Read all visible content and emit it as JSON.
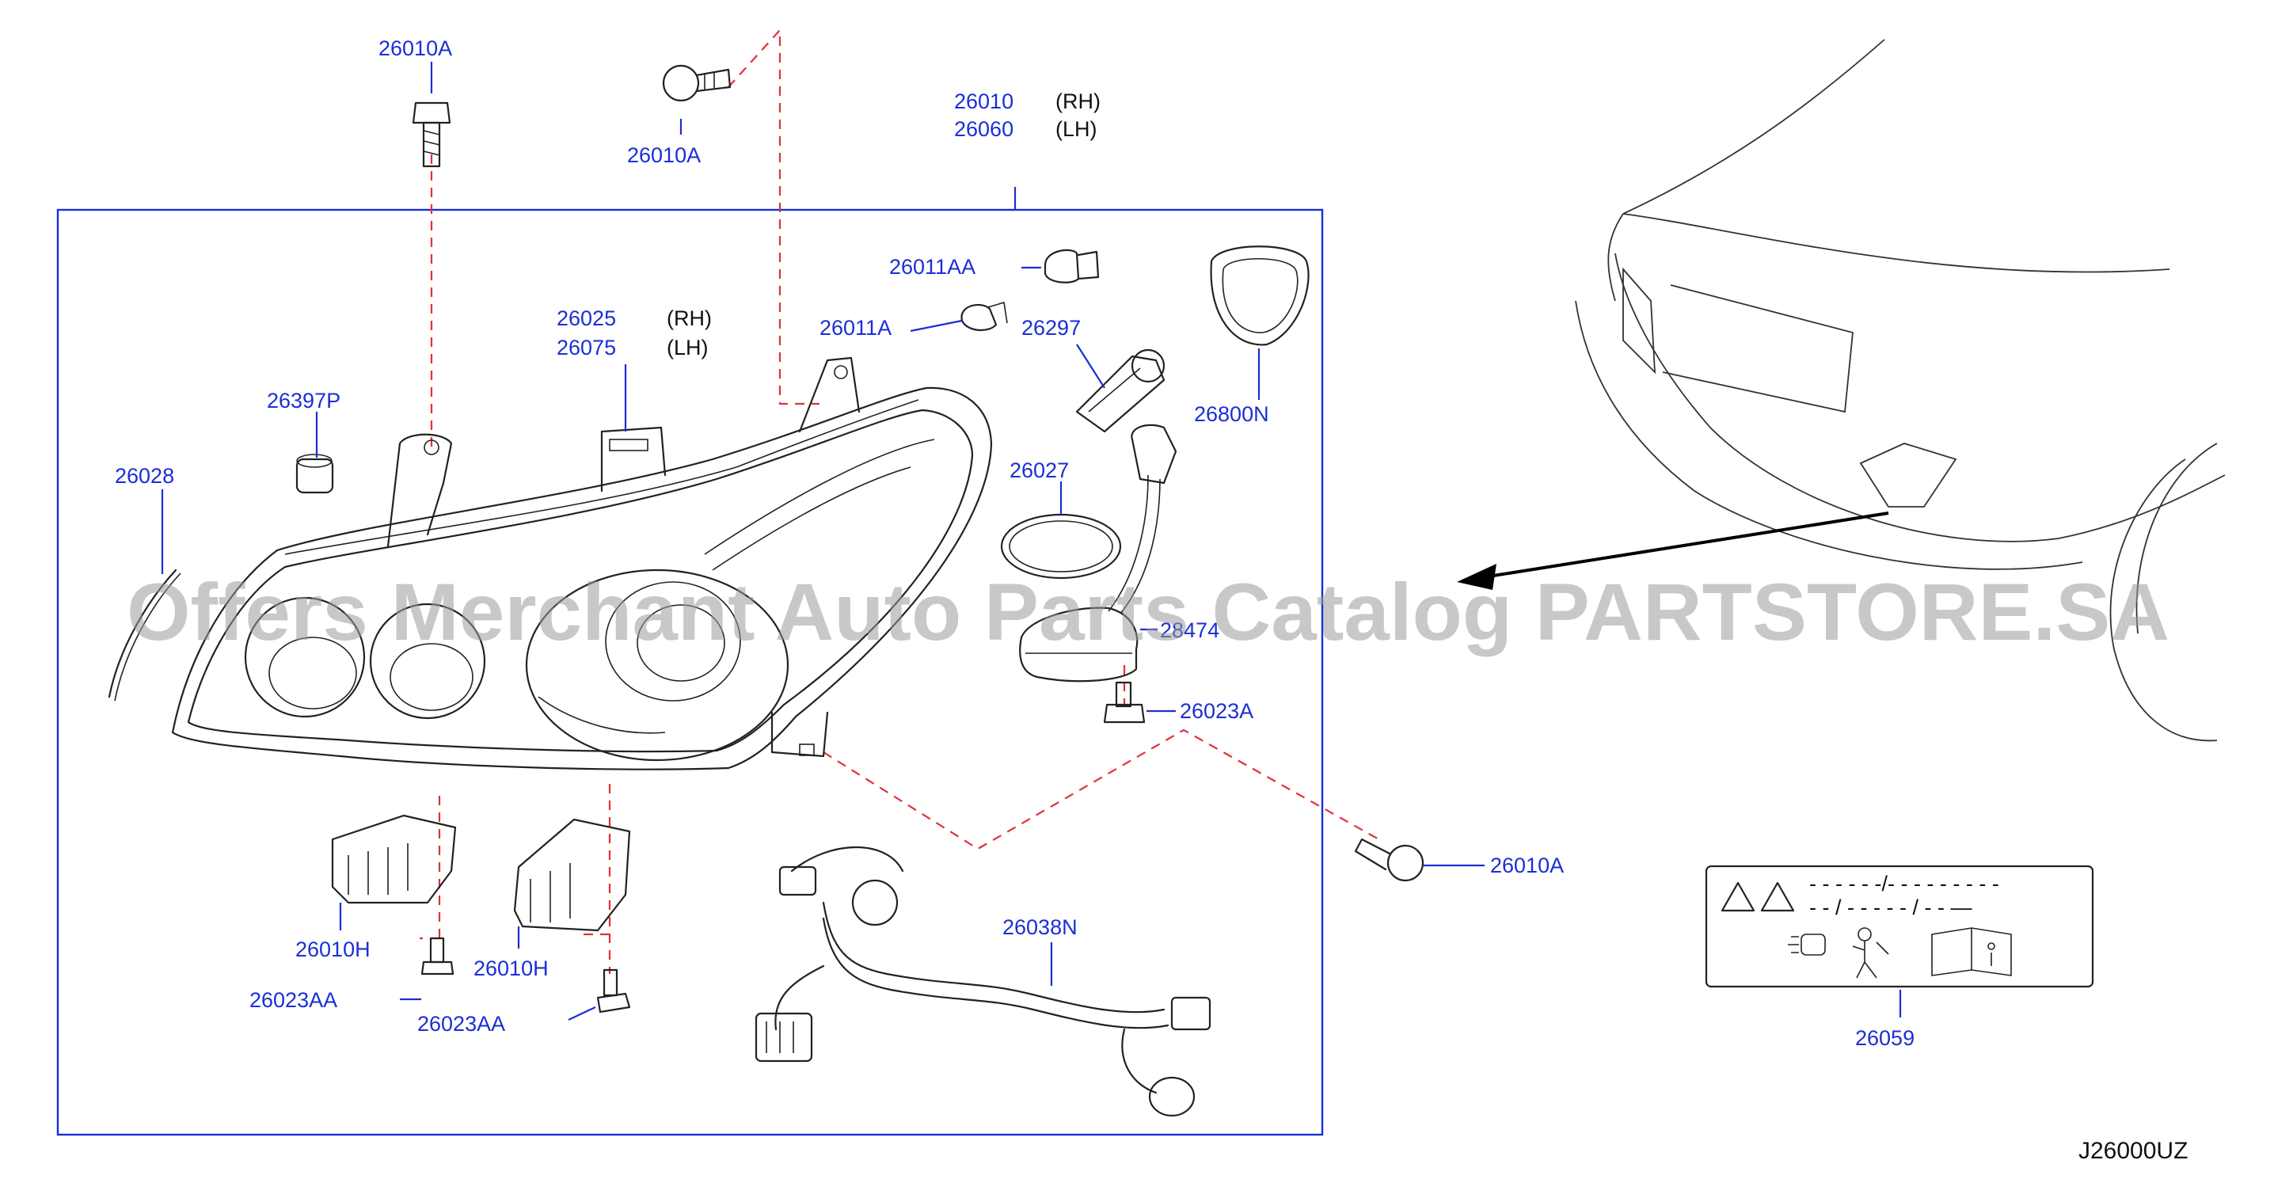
{
  "labels": {
    "l_26010A_top": "26010A",
    "l_26010A_mid": "26010A",
    "l_26010_rh_num": "26010",
    "l_26010_rh_side": "(RH)",
    "l_26060_lh_num": "26060",
    "l_26060_lh_side": "(LH)",
    "l_26011AA": "26011AA",
    "l_26025_num": "26025",
    "l_26025_side": "(RH)",
    "l_26075_num": "26075",
    "l_26075_side": "(LH)",
    "l_26011A": "26011A",
    "l_26297": "26297",
    "l_26800N": "26800N",
    "l_26397P": "26397P",
    "l_26028": "26028",
    "l_26027": "26027",
    "l_28474": "28474",
    "l_26023A": "26023A",
    "l_26010A_right": "26010A",
    "l_26038N": "26038N",
    "l_26010H_left": "26010H",
    "l_26010H_right": "26010H",
    "l_26023AA_left": "26023AA",
    "l_26023AA_right": "26023AA",
    "l_26059": "26059"
  },
  "diagram_code": "J26000UZ",
  "watermark": "Offers Merchant Auto Parts Catalog PARTSTORE.SA",
  "warning_label_text": {
    "row1": "- - - - - -/- - - - - - - - -",
    "row2": "- - / - - - - - / - - —"
  },
  "colors": {
    "callout_blue": "#1a2fd6",
    "dash_red": "#e0303a",
    "line_art": "#222222",
    "watermark_gray": "#9a9a9a"
  }
}
